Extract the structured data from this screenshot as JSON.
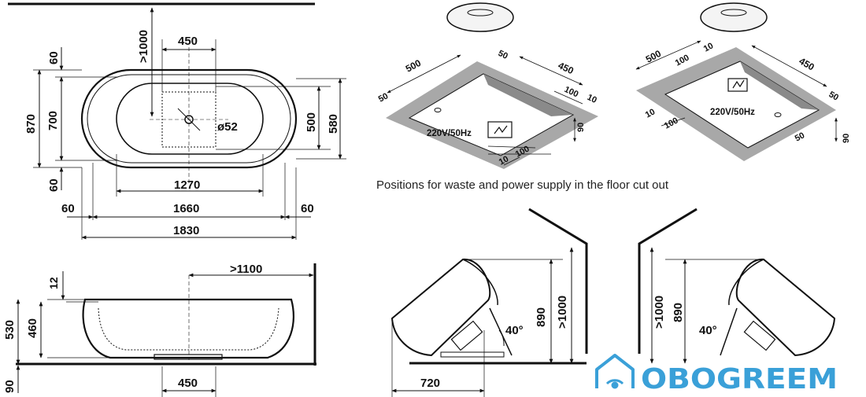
{
  "colors": {
    "line": "#111111",
    "floor": "#9a9a9a",
    "floor_dark": "#777777",
    "logo": "#3aa0d8"
  },
  "plan_view": {
    "d_1000": ">1000",
    "d_450_top": "450",
    "d_60_top": "60",
    "d_870": "870",
    "d_700": "700",
    "d_60_bot": "60",
    "d_500": "500",
    "d_580": "580",
    "d_o52": "ø52",
    "d_1270": "1270",
    "d_60_left": "60",
    "d_1660": "1660",
    "d_60_right": "60",
    "d_1830": "1830"
  },
  "side_view": {
    "d_1100": ">1100",
    "d_12": "12",
    "d_530": "530",
    "d_460": "460",
    "d_90": "90",
    "d_450": "450"
  },
  "floor_left": {
    "d_500": "500",
    "d_50a": "50",
    "d_450": "450",
    "d_50b": "50",
    "d_100a": "100",
    "d_10a": "10",
    "d_90": "90",
    "d_100b": "100",
    "d_10b": "10",
    "power": "220V/50Hz"
  },
  "floor_right": {
    "d_500": "500",
    "d_100a": "100",
    "d_10a": "10",
    "d_450": "450",
    "d_50a": "50",
    "d_10b": "10",
    "d_100b": "100",
    "d_50b": "50",
    "d_90": "90",
    "power": "220V/50Hz"
  },
  "caption": "Positions for waste and power supply in the floor cut out",
  "install_left": {
    "d_890": "890",
    "d_1000": ">1000",
    "d_angle": "40°",
    "d_720": "720"
  },
  "install_right": {
    "d_1000": ">1000",
    "d_890": "890",
    "d_angle": "40°"
  },
  "logo": {
    "text": "OBOGREEM",
    "icon": "house-wifi-icon"
  }
}
